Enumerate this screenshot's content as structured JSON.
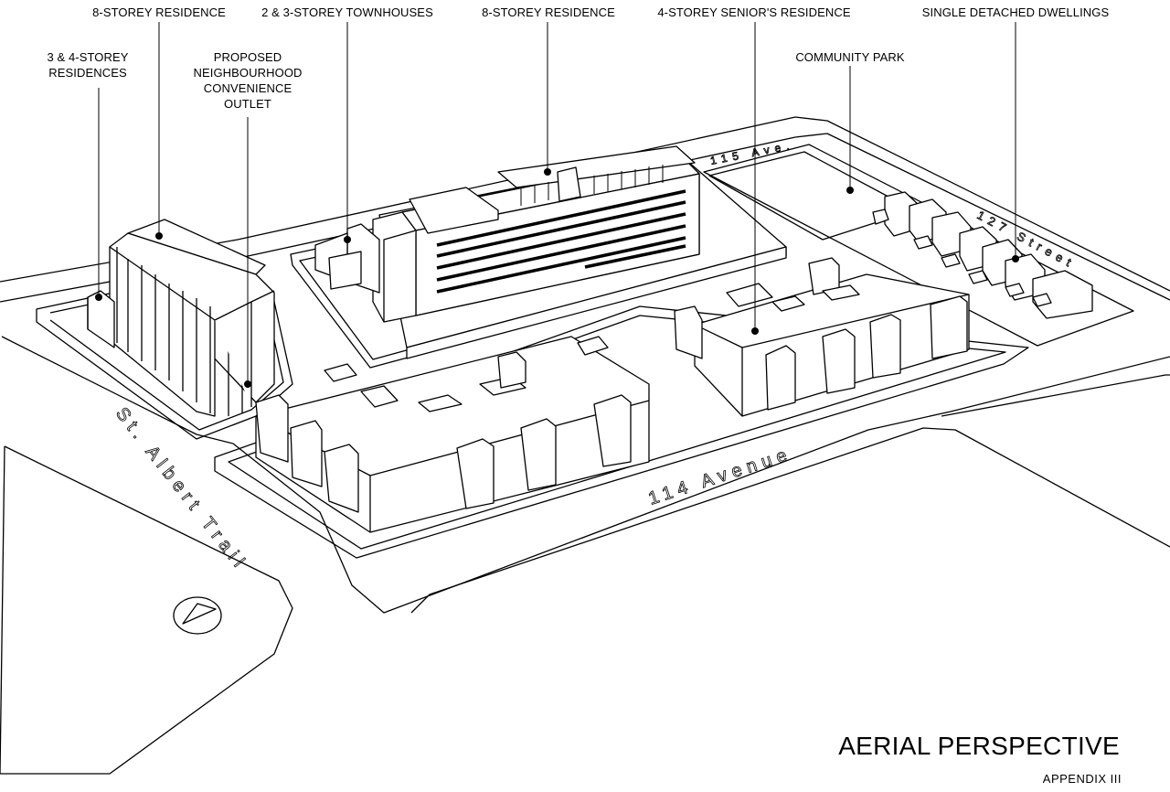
{
  "labels": {
    "res8_west": "8-STOREY RESIDENCE",
    "townhouses": "2 & 3-STOREY TOWNHOUSES",
    "res8_north": "8-STOREY RESIDENCE",
    "seniors": "4-STOREY SENIOR'S RESIDENCE",
    "detached": "SINGLE DETACHED DWELLINGS",
    "res34": "3 & 4-STOREY\nRESIDENCES",
    "convenience": "PROPOSED\nNEIGHBOURHOOD\nCONVENIENCE\nOUTLET",
    "park": "COMMUNITY PARK"
  },
  "streets": {
    "st_albert": "St. Albert Trail",
    "ave114": "114 Avenue",
    "ave115": "115 Ave.",
    "street127": "127 Street"
  },
  "title": "AERIAL PERSPECTIVE",
  "subtitle": "APPENDIX III",
  "colors": {
    "ink": "#000000",
    "paper": "#ffffff"
  }
}
